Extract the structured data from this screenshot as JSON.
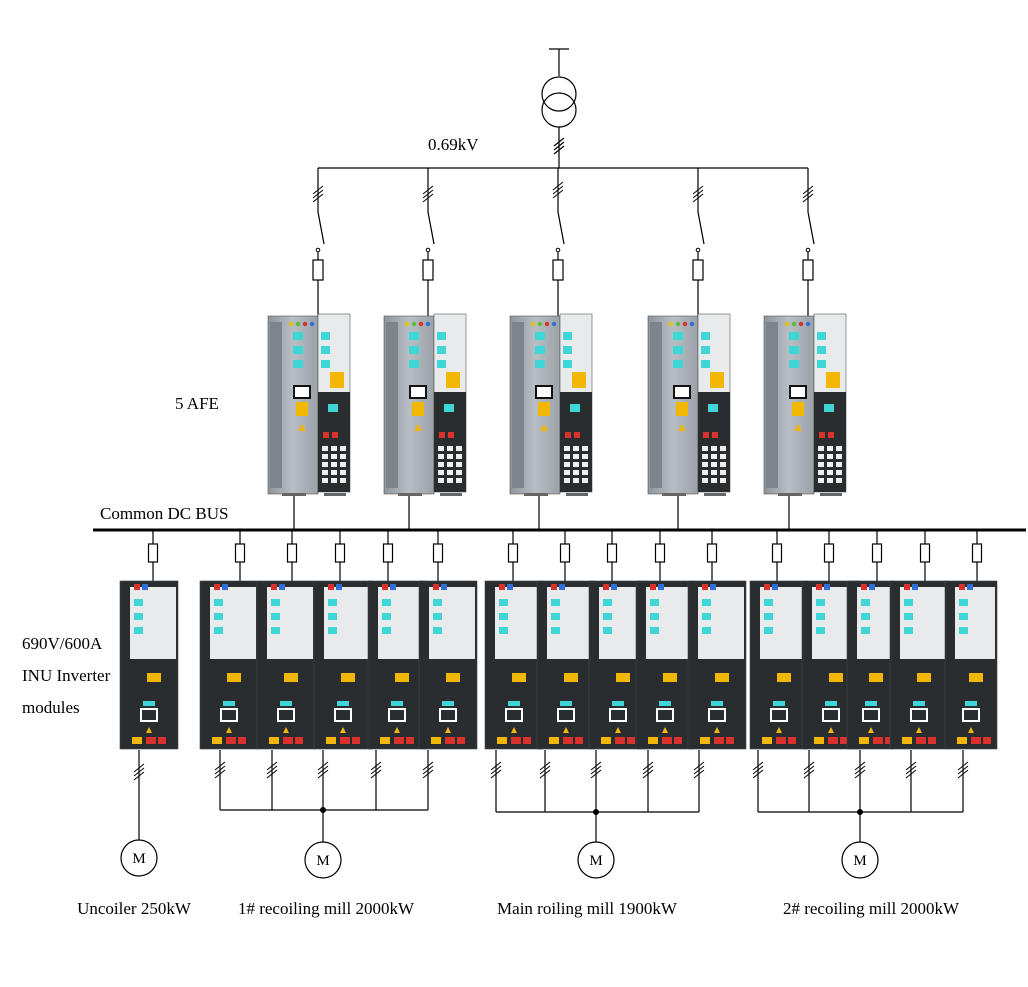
{
  "supply": {
    "voltage_label": "0.69kV"
  },
  "afe": {
    "label": "5 AFE",
    "count": 5
  },
  "bus": {
    "label": "Common DC BUS"
  },
  "inverters": {
    "label_lines": [
      "690V/600A",
      "INU Inverter",
      "modules"
    ]
  },
  "motor_symbol": "M",
  "drives": [
    {
      "name": "Uncoiler 250kW",
      "modules": 1
    },
    {
      "name": "1# recoiling mill 2000kW",
      "modules": 5
    },
    {
      "name": "Main roiling mill 1900kW",
      "modules": 5
    },
    {
      "name": "2# recoiling mill 2000kW",
      "modules": 5
    }
  ],
  "colors": {
    "line": "#000000",
    "cabinet_grey": "#a9b0b6",
    "cabinet_dark": "#2a2d30",
    "cabinet_light": "#e8eaec",
    "display_cyan": "#3ed6d6",
    "warning_yellow": "#f2b705",
    "terminal_red": "#d9312b",
    "terminal_blue": "#2f6fd6"
  }
}
